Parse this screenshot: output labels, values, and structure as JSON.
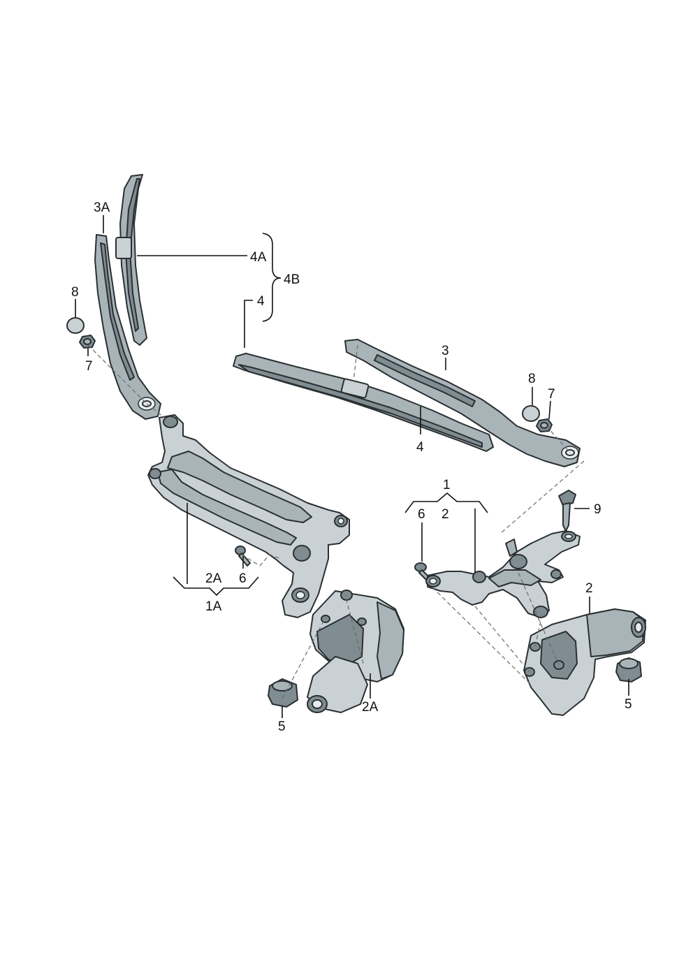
{
  "callouts": {
    "c_3A": "3A",
    "c_4A": "4A",
    "c_4B": "4B",
    "c_4_top": "4",
    "c_8_left": "8",
    "c_7_left": "7",
    "c_3": "3",
    "c_8_right": "8",
    "c_7_right": "7",
    "c_4_blade": "4",
    "c_1": "1",
    "c_6_right": "6",
    "c_2_bracket": "2",
    "c_9": "9",
    "c_2_motor": "2",
    "c_5_right": "5",
    "c_2A_left": "2A",
    "c_6_left": "6",
    "c_1A": "1A",
    "c_2A_motor": "2A",
    "c_5_left": "5"
  },
  "colors": {
    "part_dark": "#7f8c91",
    "part_mid": "#a9b4b8",
    "part_light": "#c9d1d4",
    "outline": "#2a2f31"
  }
}
